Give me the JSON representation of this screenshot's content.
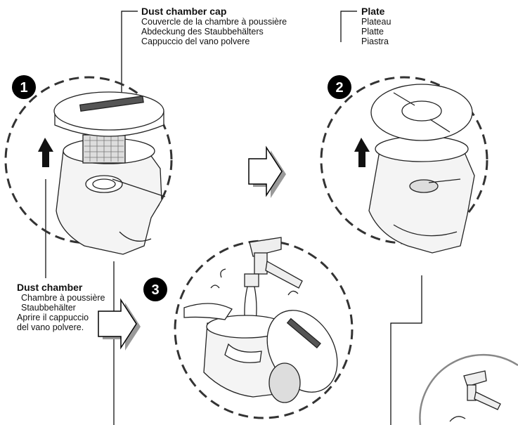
{
  "labels": {
    "cap": {
      "title": "Dust chamber cap",
      "lines": [
        "Couvercle de la chambre à poussière",
        "Abdeckung des Staubbehälters",
        "Cappuccio del vano polvere"
      ]
    },
    "plate": {
      "title": "Plate",
      "lines": [
        "Plateau",
        "Platte",
        "Piastra"
      ]
    },
    "chamber": {
      "title": "Dust chamber",
      "lines": [
        "Chambre à poussière",
        "Staubbehälter",
        "Aprire il cappuccio",
        "del vano polvere."
      ]
    }
  },
  "steps": [
    "1",
    "2",
    "3"
  ],
  "icons": [
    "up-arrow-icon",
    "right-arrow-icon",
    "faucet-icon"
  ]
}
